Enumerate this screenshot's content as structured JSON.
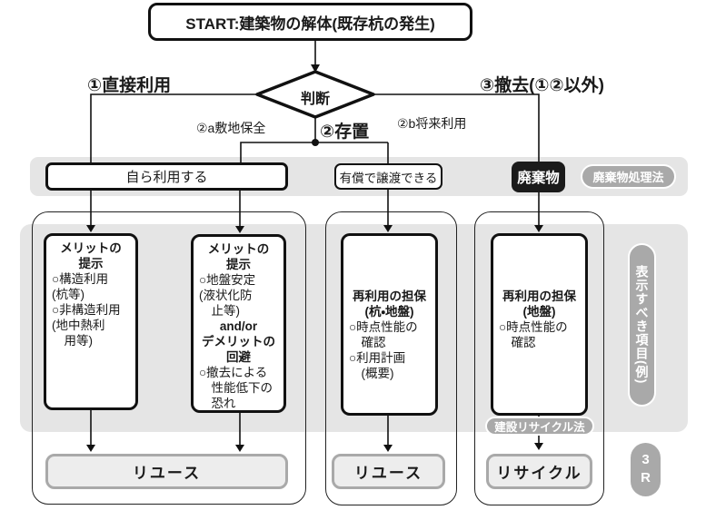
{
  "start": {
    "label": "START:建築物の解体(既存杭の発生)"
  },
  "decision": {
    "label": "判断"
  },
  "branches": {
    "direct_use": "①直接利用",
    "leave_in_place": "②存置",
    "site_preservation": "②a敷地保全",
    "future_use": "②b将来利用",
    "removal": "③撤去(①②以外)"
  },
  "row1": {
    "self_use": "自ら利用する",
    "paid_transfer": "有償で譲渡できる",
    "waste": "廃棄物",
    "waste_law": "廃棄物処理法"
  },
  "columns": [
    {
      "title": "メリットの\n提示",
      "body": "○構造利用\n(杭等)\n○非構造利用\n(地中熱利\n　用等)"
    },
    {
      "title": "メリットの\n提示",
      "body": "○地盤安定\n(液状化防\n　止等)",
      "connector": "and/or",
      "title2": "デメリットの\n回避",
      "body2": "○撤去による\n　性能低下の\n　恐れ"
    },
    {
      "title": "再利用の担保\n(杭・地盤)",
      "body": "○時点性能の\n　確認\n○利用計画\n　(概要)"
    },
    {
      "title": "再利用の担保\n(地盤)",
      "body": "○時点性能の\n　確認"
    }
  ],
  "outcomes": {
    "reuse_wide": "リユース",
    "reuse_small": "リユース",
    "recycle": "リサイクル"
  },
  "pills": {
    "construction_recycle_law": "建設リサイクル法",
    "side_note": "表示すべき項目(例)",
    "three_r": "3R"
  },
  "colors": {
    "band_gray": "#e5e5e5",
    "pill_gray": "#a9a9a9",
    "waste_black": "#1b1b1b",
    "outcome_fill": "#ededed",
    "line_black": "#111111"
  }
}
